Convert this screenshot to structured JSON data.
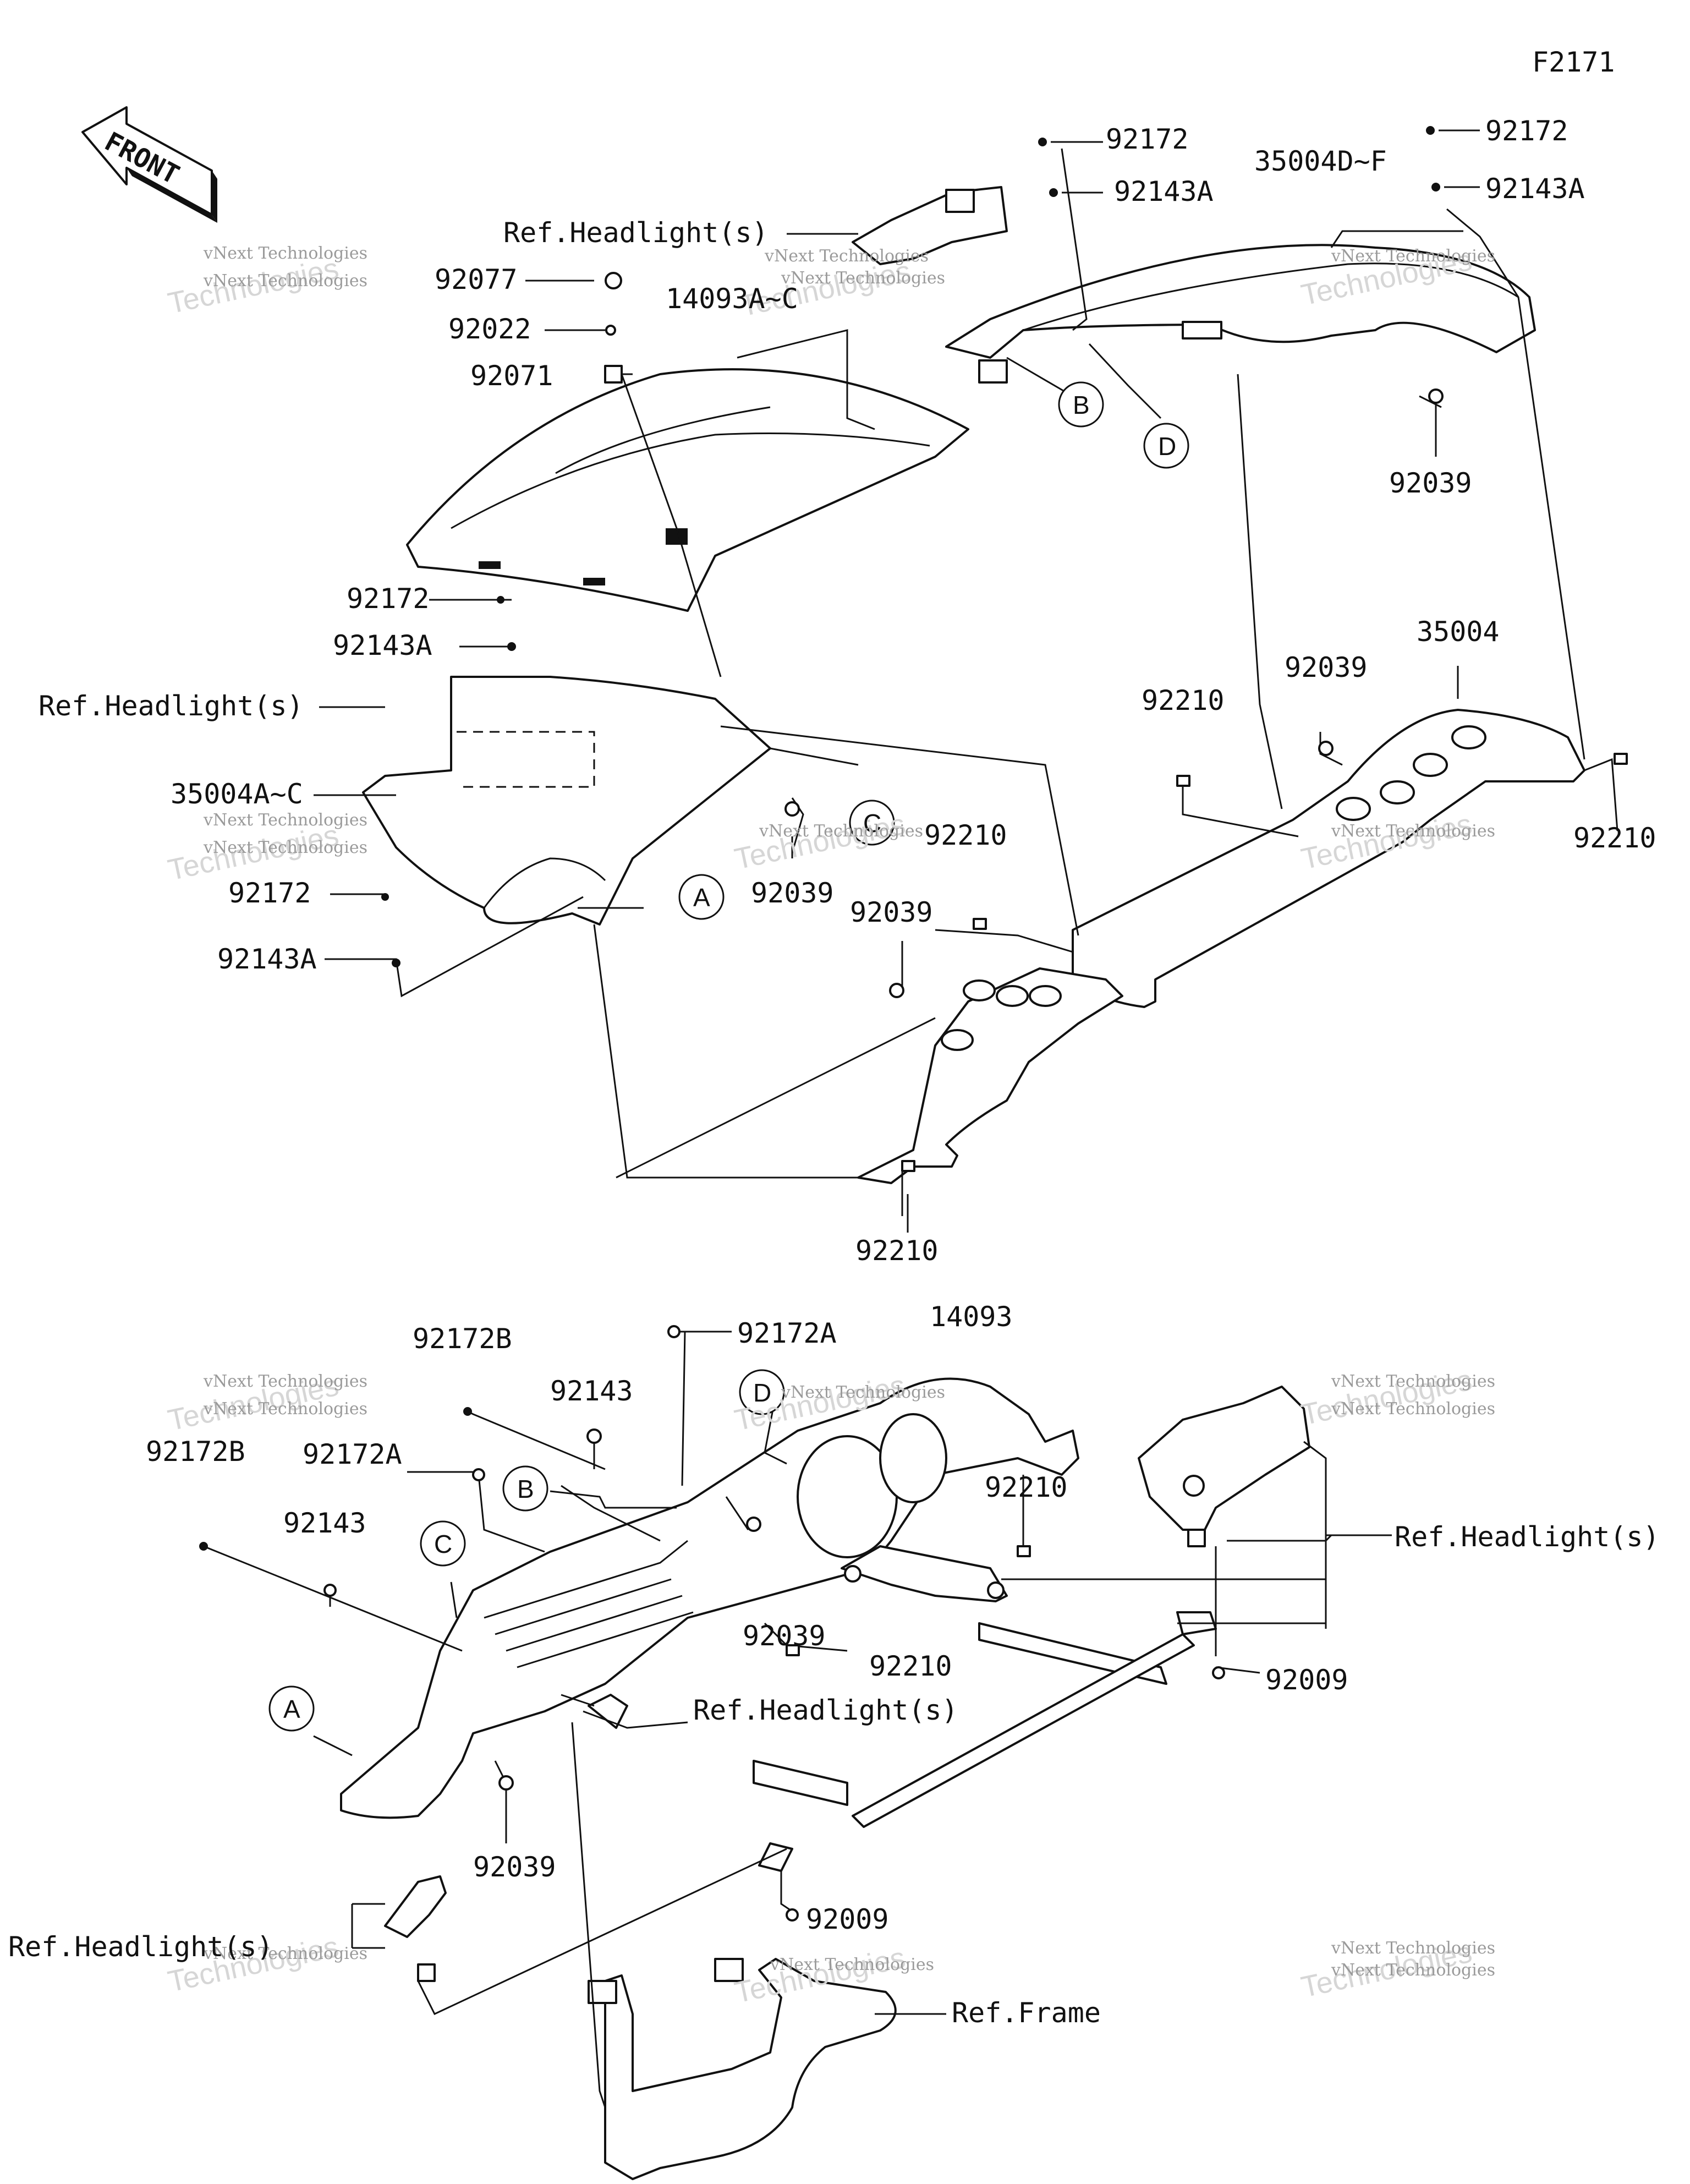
{
  "figure_code": "F2171",
  "front_arrow_label": "FRONT",
  "watermark": {
    "line1": "vNext Technologies",
    "line2": "Technologies",
    "mark": "vNext"
  },
  "callouts": {
    "a": "A",
    "b": "B",
    "c": "C",
    "d": "D"
  },
  "labels": {
    "p92172_top1": "92172",
    "p92143A_top1": "92143A",
    "p92172_top2": "92172",
    "p92143A_top2": "92143A",
    "p35004DF": "35004D~F",
    "ref_headlight_1": "Ref.Headlight(s)",
    "p92077": "92077",
    "p92022": "92022",
    "p14093AC": "14093A~C",
    "p92071": "92071",
    "p92039_a": "92039",
    "p92172_mid": "92172",
    "p92143A_mid": "92143A",
    "ref_headlight_2": "Ref.Headlight(s)",
    "p35004AC": "35004A~C",
    "p92039_b": "92039",
    "p92172_low": "92172",
    "p92143A_low": "92143A",
    "p92210_a": "92210",
    "p92039_c": "92039",
    "p35004": "35004",
    "p92210_b": "92210",
    "p92039_d": "92039",
    "p92210_c": "92210",
    "p92210_d": "92210",
    "p92172B_a": "92172B",
    "p92172A_a": "92172A",
    "p14093": "14093",
    "p92143_a": "92143",
    "p92172B_b": "92172B",
    "p92172A_b": "92172A",
    "p92210_e": "92210",
    "p92143_b": "92143",
    "ref_headlight_3": "Ref.Headlight(s)",
    "p92039_e": "92039",
    "p92210_f": "92210",
    "p92009_a": "92009",
    "ref_headlight_4": "Ref.Headlight(s)",
    "p92039_f": "92039",
    "ref_headlight_5": "Ref.Headlight(s)",
    "p92009_b": "92009",
    "ref_frame": "Ref.Frame"
  }
}
